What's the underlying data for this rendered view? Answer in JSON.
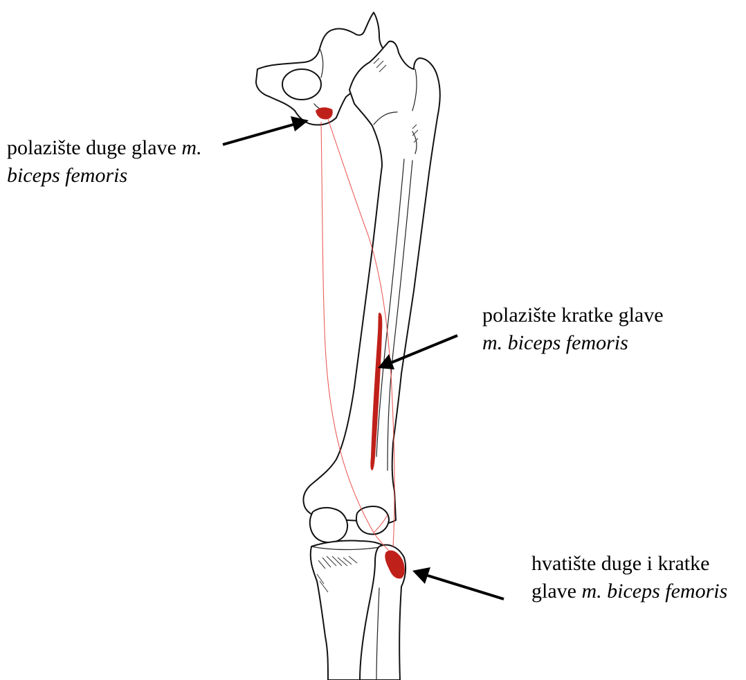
{
  "labels": {
    "long_head_origin": {
      "line1_plain": "polazište duge glave ",
      "line1_italic": "m.",
      "line2_italic": "biceps femoris"
    },
    "short_head_origin": {
      "line1_plain": "polazište kratke glave",
      "line2_italic": "m. biceps femoris"
    },
    "insertion": {
      "line1_plain": "hvatište duge i kratke",
      "line2_plain": "glave ",
      "line2_italic": "m. biceps femoris"
    }
  },
  "colors": {
    "attachment": "#c0201a",
    "muscle_outline": "#e8413c",
    "arrow": "#000000",
    "bone_outline": "#111111"
  }
}
